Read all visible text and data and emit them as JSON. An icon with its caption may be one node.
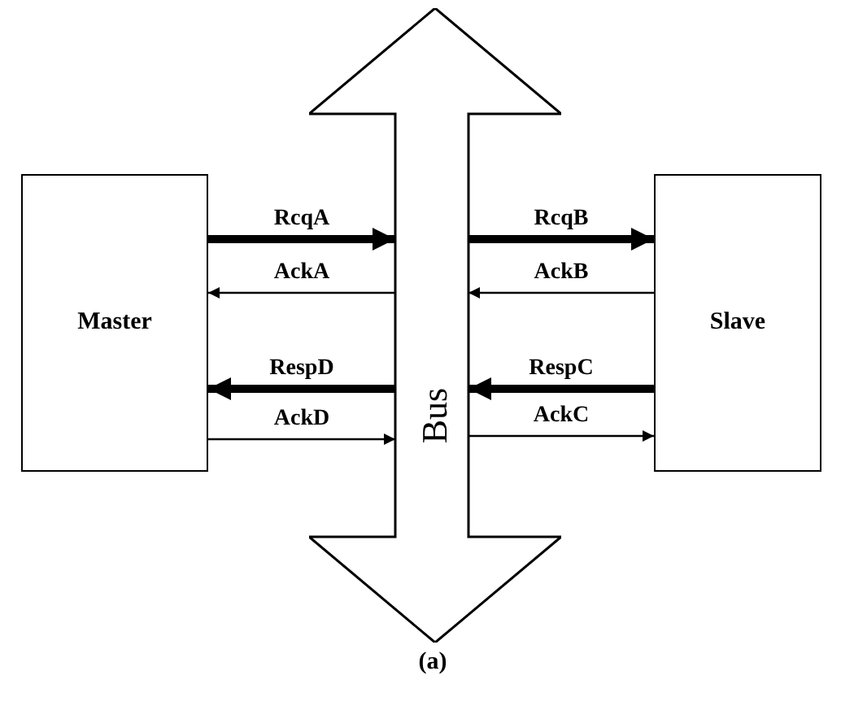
{
  "diagram": {
    "caption": "(a)",
    "nodes": [
      {
        "text": [
          "Master"
        ]
      },
      {
        "text": [
          "Bus"
        ]
      },
      {
        "text": [
          "Slave"
        ]
      }
    ],
    "edges": [
      {
        "from": 0,
        "to": 1,
        "arrow": "to",
        "label": "RcqA",
        "style": "thick"
      },
      {
        "from": 1,
        "to": 0,
        "arrow": "to",
        "label": "AckA"
      },
      {
        "from": 1,
        "to": 0,
        "arrow": "to",
        "label": "RespD",
        "style": "thick"
      },
      {
        "from": 0,
        "to": 1,
        "arrow": "to",
        "label": "AckD"
      },
      {
        "from": 1,
        "to": 2,
        "arrow": "to",
        "label": "RcqB",
        "style": "thick"
      },
      {
        "from": 2,
        "to": 1,
        "arrow": "to",
        "label": "AckB"
      },
      {
        "from": 2,
        "to": 1,
        "arrow": "to",
        "label": "RespC",
        "style": "thick"
      },
      {
        "from": 1,
        "to": 2,
        "arrow": "to",
        "label": "AckC"
      }
    ]
  }
}
